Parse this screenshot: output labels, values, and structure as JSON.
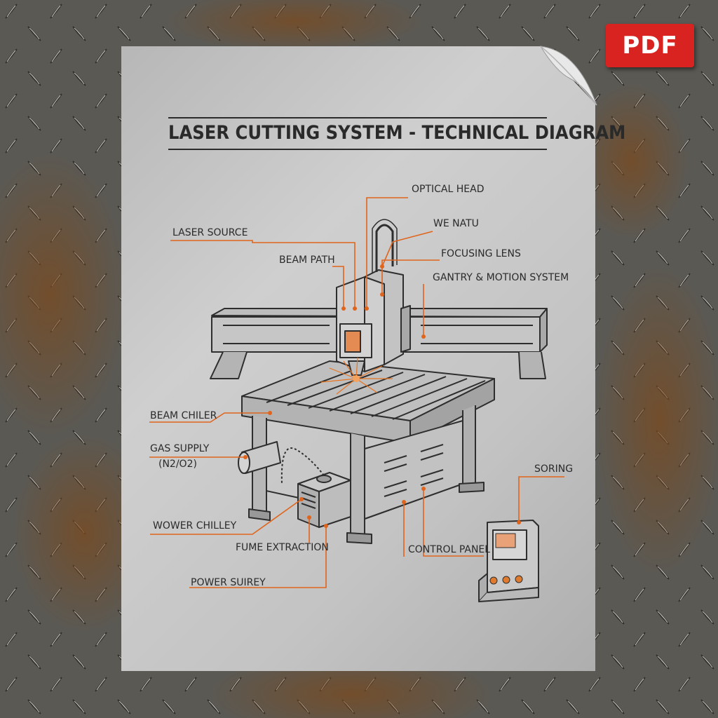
{
  "badge": {
    "text": "PDF"
  },
  "title": "LASER CUTTING SYSTEM - TECHNICAL DIAGRAM",
  "labels": {
    "optical_head": "OPTICAL HEAD",
    "we_natu": "WE NATU",
    "laser_source": "LASER SOURCE",
    "beam_path": "BEAM PATH",
    "focusing_lens": "FOCUSING LENS",
    "gantry": "GANTRY & MOTION SYSTEM",
    "beam_chiler": "BEAM CHILER",
    "gas_supply": "GAS SUPPLY",
    "gas_supply_sub": "(N2/O2)",
    "soring": "SORING",
    "wower_chilley": "WOWER CHILLEY",
    "fume_extraction": "FUME EXTRACTION",
    "control_panel": "CONTROL PANEL",
    "power_suirey": "POWER SUIREY"
  },
  "colors": {
    "leader": "#e0641c",
    "ink": "#2a2a2a",
    "badge": "#d92320",
    "sheet": "#c4c4c4"
  },
  "icons": {
    "badge_icon": "pdf-badge",
    "page_curl": "page-curl-icon"
  }
}
